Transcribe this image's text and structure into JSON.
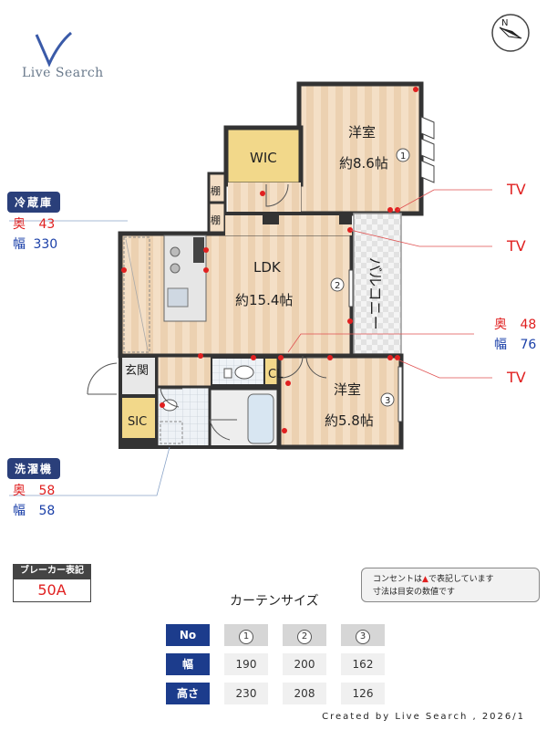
{
  "logo": {
    "text": "Live Search"
  },
  "compass": {
    "label": "N"
  },
  "rooms": {
    "western1": {
      "name": "洋室",
      "size": "約8.6帖"
    },
    "wic": {
      "name": "WIC"
    },
    "shelf1": {
      "name": "棚"
    },
    "shelf2": {
      "name": "棚"
    },
    "ldk": {
      "name": "LDK",
      "size": "約15.4帖"
    },
    "balcony": {
      "name": "バルコニー"
    },
    "entrance": {
      "name": "玄関"
    },
    "cl": {
      "name": "CL"
    },
    "western2": {
      "name": "洋室",
      "size": "約5.8帖"
    },
    "sic": {
      "name": "SIC"
    }
  },
  "window_markers": [
    "1",
    "2",
    "3"
  ],
  "fridge": {
    "title": "冷蔵庫",
    "depth_label": "奥",
    "depth": "43",
    "width_label": "幅",
    "width": "330"
  },
  "washer": {
    "title": "洗濯機",
    "depth_label": "奥",
    "depth": "58",
    "width_label": "幅",
    "width": "58"
  },
  "balcony_dim": {
    "depth_label": "奥",
    "depth": "48",
    "width_label": "幅",
    "width": "76"
  },
  "tv_labels": [
    "TV",
    "TV",
    "TV"
  ],
  "breaker": {
    "title": "ブレーカー表記",
    "value": "50A"
  },
  "note": {
    "line1": "コンセントは",
    "line1b": "で表記しています",
    "line2": "寸法は目安の数値です"
  },
  "curtain": {
    "title": "カーテンサイズ",
    "row_labels": [
      "No",
      "幅",
      "高さ"
    ],
    "numbers": [
      "1",
      "2",
      "3"
    ],
    "widths": [
      "190",
      "200",
      "162"
    ],
    "heights": [
      "230",
      "208",
      "126"
    ]
  },
  "footer": {
    "text": "Created by Live Search , 2026/1"
  },
  "colors": {
    "accent": "#1c3c8c",
    "outlet": "#e02020",
    "floor": "#f2dcc2",
    "wic": "#f2d88a"
  }
}
